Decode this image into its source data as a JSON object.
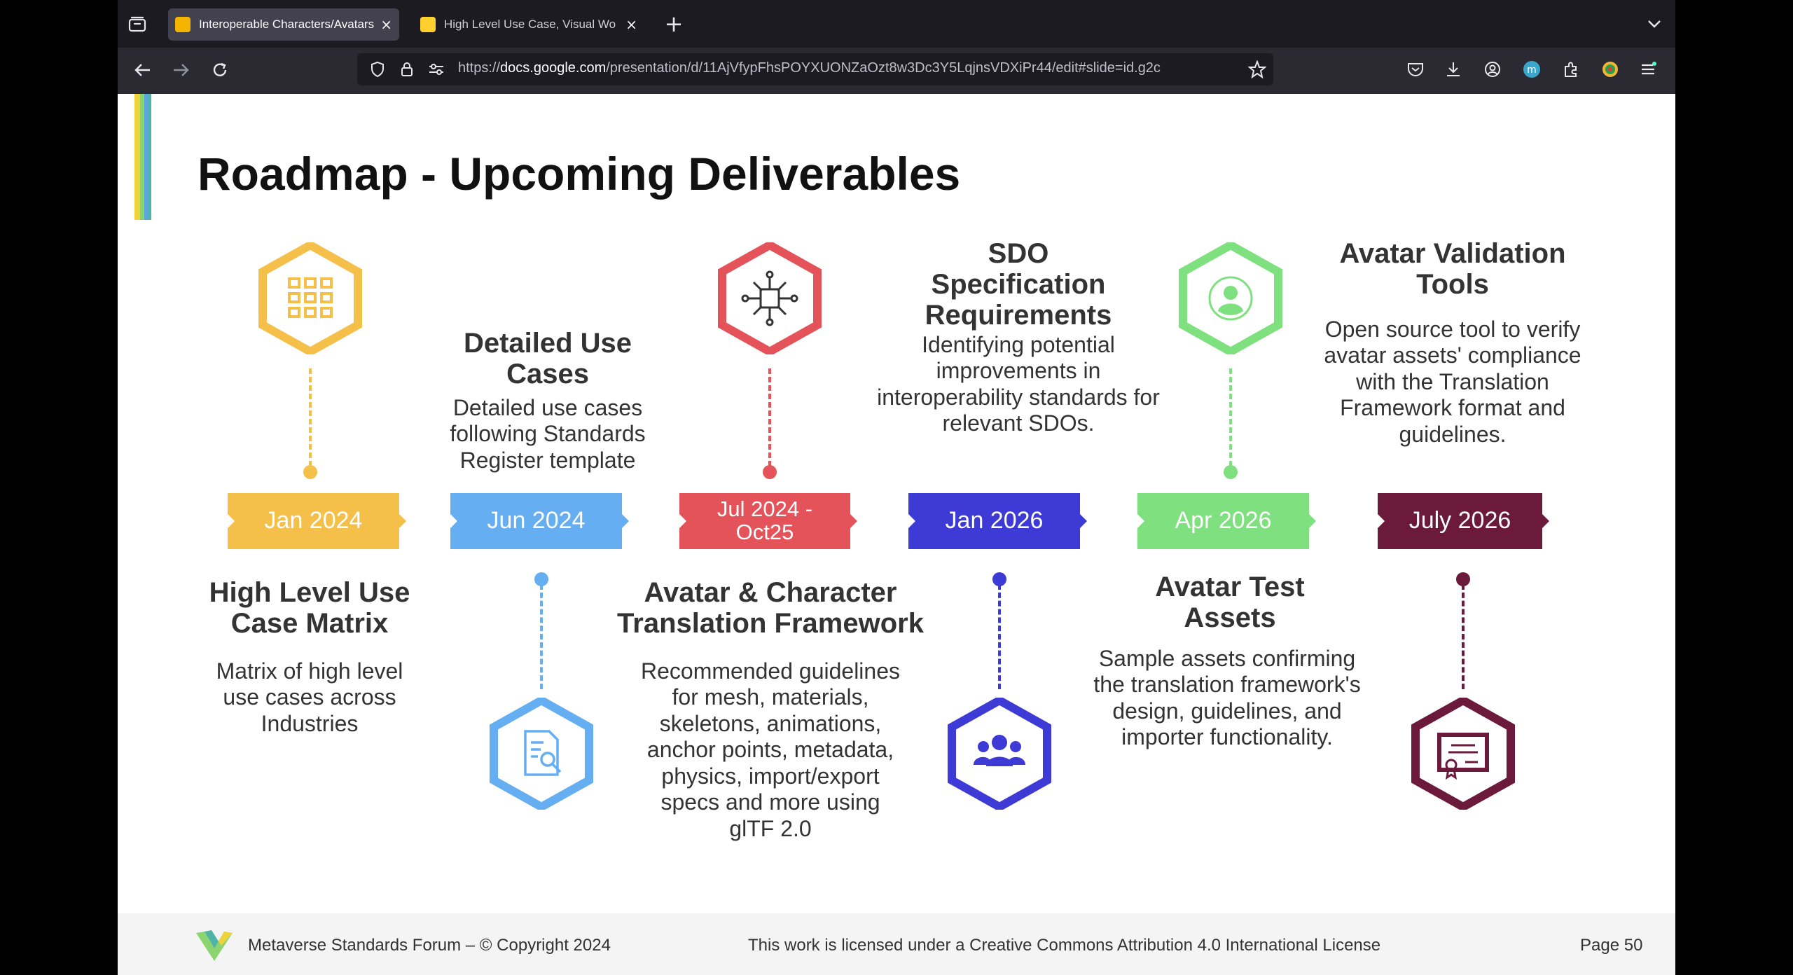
{
  "browser": {
    "tabs": [
      {
        "title": "Interoperable Characters/Avatars",
        "active": true,
        "favicon_color": "#f5b400"
      },
      {
        "title": "High Level Use Case, Visual Wo",
        "active": false,
        "favicon_color": "#ffd02f"
      }
    ],
    "new_tab": "+",
    "url_host": "docs.google.com",
    "url_prefix": "https://",
    "url_path": "/presentation/d/11AjVfypFhsPOYXUONZaOzt8w3Dc3Y5LqjnsVDXiPr44/edit#slide=id.g2c"
  },
  "slide": {
    "title": "Roadmap - Upcoming Deliverables",
    "milestones": [
      {
        "date": "Jan 2024",
        "color": "#f5c04a",
        "heading": "High Level Use Case Matrix",
        "desc": "Matrix of high level use cases across Industries",
        "icon": "grid-icon"
      },
      {
        "date": "Jun 2024",
        "color": "#66aef2",
        "heading": "Detailed Use Cases",
        "desc": "Detailed use cases following Standards Register template",
        "icon": "document-search-icon"
      },
      {
        "date": "Jul 2024 - Oct25",
        "color": "#e5535a",
        "heading": "Avatar & Character Translation Framework",
        "desc": "Recommended guidelines for mesh, materials, skeletons, animations, anchor points, metadata, physics, import/export specs and more using glTF 2.0",
        "icon": "network-icon"
      },
      {
        "date": "Jan 2026",
        "color": "#3e3ad6",
        "heading": "SDO Specification Requirements",
        "desc": "Identifying potential improvements in interoperability standards for relevant SDOs.",
        "icon": "group-icon"
      },
      {
        "date": "Apr 2026",
        "color": "#7fe07f",
        "heading": "Avatar Test Assets",
        "desc": "Sample assets confirming the translation framework's design, guidelines, and importer functionality.",
        "icon": "user-circle-icon"
      },
      {
        "date": "July 2026",
        "color": "#6b1a3c",
        "heading": "Avatar Validation Tools",
        "desc": "Open source tool to verify avatar assets' compliance with the Translation Framework format and guidelines.",
        "icon": "certificate-icon"
      }
    ],
    "footer": {
      "org": "Metaverse Standards Forum – © Copyright 2024",
      "license": "This work is licensed under a Creative Commons Attribution 4.0 International License",
      "page": "Page 50"
    }
  }
}
